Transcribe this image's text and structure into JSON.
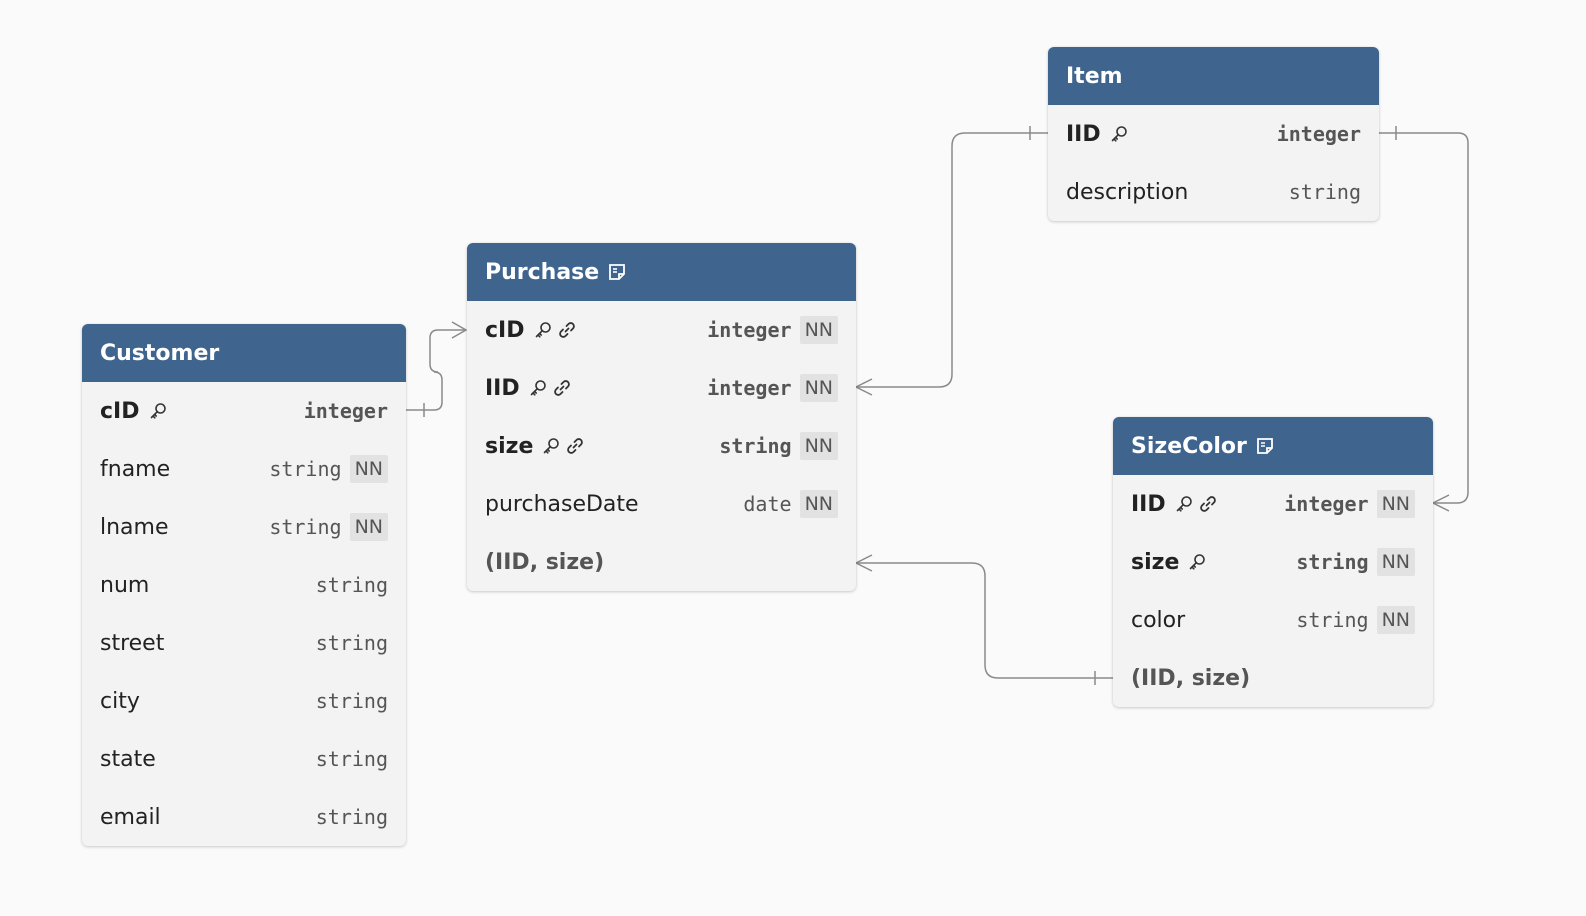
{
  "entities": {
    "customer": {
      "name": "Customer",
      "columns": [
        {
          "name": "cID",
          "type": "integer"
        },
        {
          "name": "fname",
          "type": "string",
          "nn": "NN"
        },
        {
          "name": "lname",
          "type": "string",
          "nn": "NN"
        },
        {
          "name": "num",
          "type": "string"
        },
        {
          "name": "street",
          "type": "string"
        },
        {
          "name": "city",
          "type": "string"
        },
        {
          "name": "state",
          "type": "string"
        },
        {
          "name": "email",
          "type": "string"
        }
      ]
    },
    "purchase": {
      "name": "Purchase",
      "columns": [
        {
          "name": "cID",
          "type": "integer",
          "nn": "NN"
        },
        {
          "name": "IID",
          "type": "integer",
          "nn": "NN"
        },
        {
          "name": "size",
          "type": "string",
          "nn": "NN"
        },
        {
          "name": "purchaseDate",
          "type": "date",
          "nn": "NN"
        }
      ],
      "index": "(IID, size)"
    },
    "item": {
      "name": "Item",
      "columns": [
        {
          "name": "IID",
          "type": "integer"
        },
        {
          "name": "description",
          "type": "string"
        }
      ]
    },
    "sizecolor": {
      "name": "SizeColor",
      "columns": [
        {
          "name": "IID",
          "type": "integer",
          "nn": "NN"
        },
        {
          "name": "size",
          "type": "string",
          "nn": "NN"
        },
        {
          "name": "color",
          "type": "string",
          "nn": "NN"
        }
      ],
      "index": "(IID, size)"
    }
  },
  "icons": {
    "primary_key": "key-icon",
    "foreign_key": "link-icon",
    "note": "note-icon"
  },
  "colors": {
    "header": "#3f658f",
    "body": "#f3f3f3",
    "connector": "#8a8a8a"
  }
}
